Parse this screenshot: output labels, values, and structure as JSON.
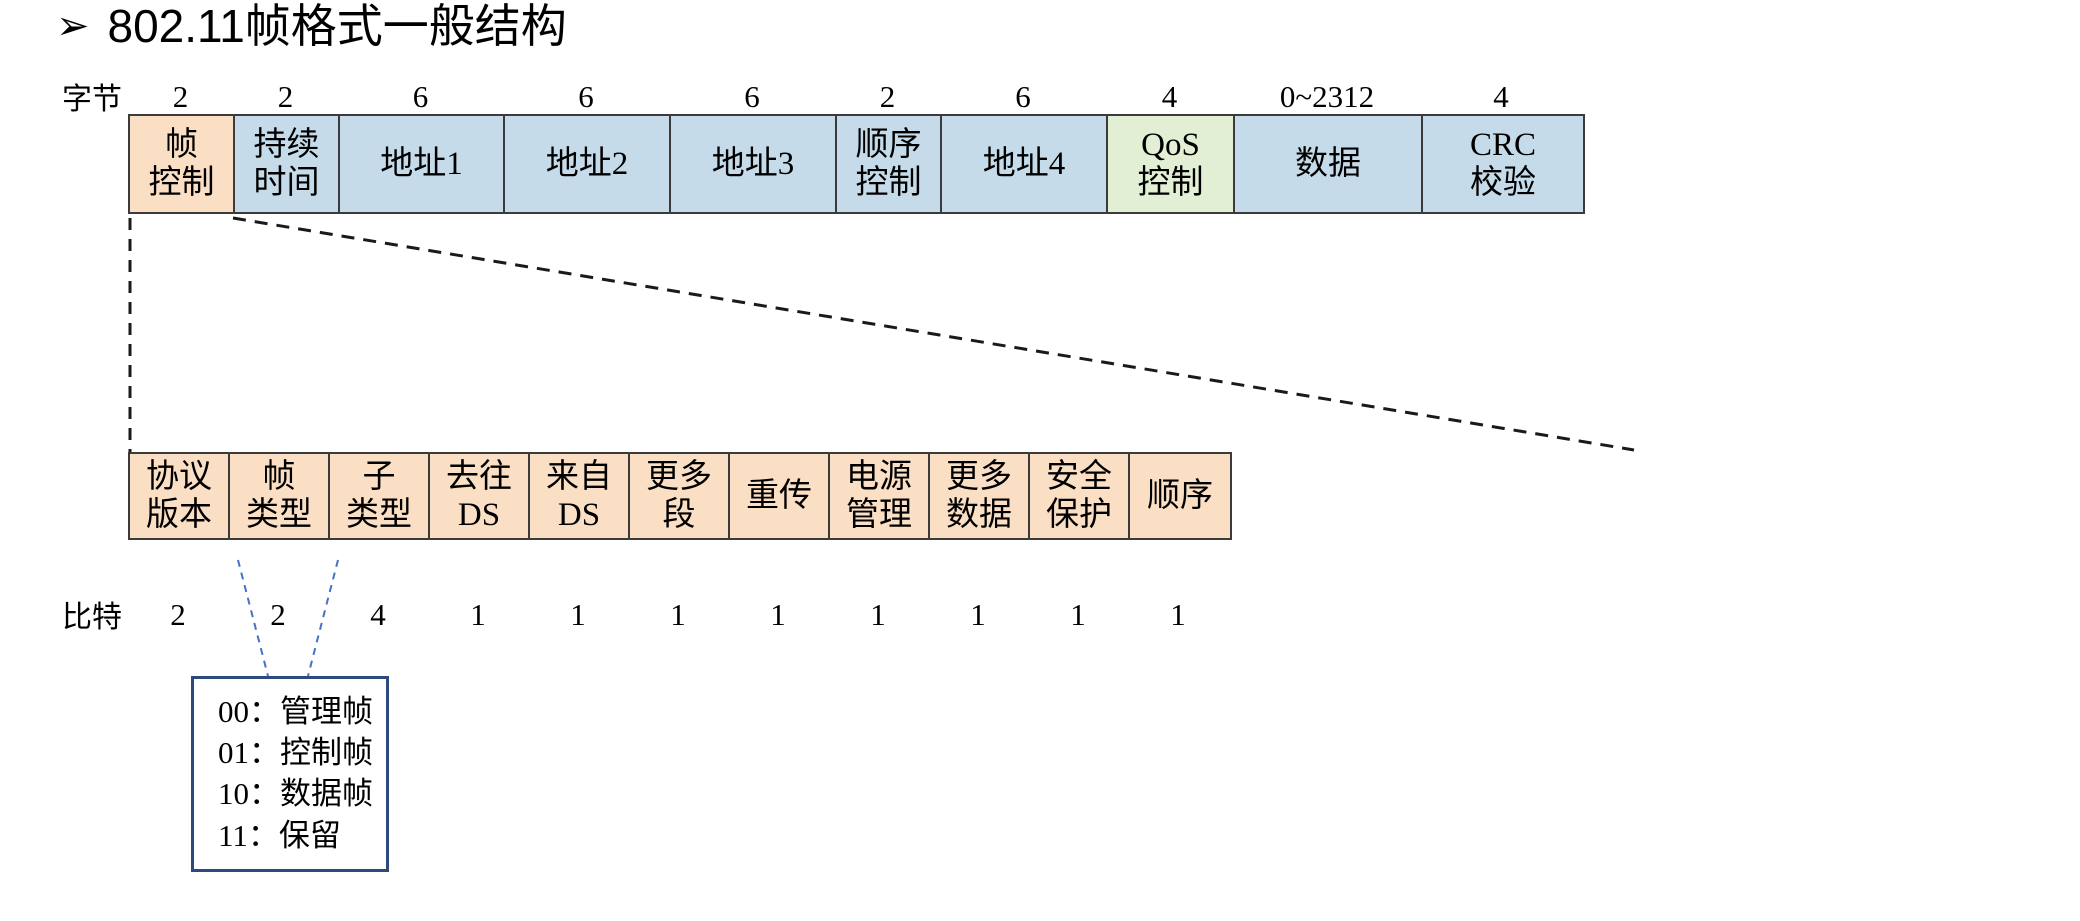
{
  "title": {
    "bullet": "➢",
    "text": "802.11帧格式一般结构"
  },
  "frame": {
    "unit_label": "字节",
    "sizes": [
      "2",
      "2",
      "6",
      "6",
      "6",
      "2",
      "6",
      "4",
      "0~2312",
      "4"
    ],
    "fields": [
      {
        "label": "帧\n控制",
        "fill": "peach",
        "width": 105
      },
      {
        "label": "持续\n时间",
        "fill": "blue",
        "width": 105
      },
      {
        "label": "地址1",
        "fill": "blue",
        "width": 165
      },
      {
        "label": "地址2",
        "fill": "blue",
        "width": 166
      },
      {
        "label": "地址3",
        "fill": "blue",
        "width": 166
      },
      {
        "label": "顺序\n控制",
        "fill": "blue",
        "width": 105
      },
      {
        "label": "地址4",
        "fill": "blue",
        "width": 166
      },
      {
        "label": "QoS\n控制",
        "fill": "green",
        "width": 127
      },
      {
        "label": "数据",
        "fill": "blue",
        "width": 188
      },
      {
        "label": "CRC\n校验",
        "fill": "blue",
        "width": 160
      }
    ]
  },
  "frame_control": {
    "unit_label": "比特",
    "sizes": [
      "2",
      "2",
      "4",
      "1",
      "1",
      "1",
      "1",
      "1",
      "1",
      "1",
      "1"
    ],
    "fields": [
      {
        "label": "协议\n版本",
        "width": 100
      },
      {
        "label": "帧\n类型",
        "width": 100
      },
      {
        "label": "子\n类型",
        "width": 100
      },
      {
        "label": "去往\nDS",
        "width": 100
      },
      {
        "label": "来自\nDS",
        "width": 100
      },
      {
        "label": "更多\n段",
        "width": 100
      },
      {
        "label": "重传",
        "width": 100
      },
      {
        "label": "电源\n管理",
        "width": 100
      },
      {
        "label": "更多\n数据",
        "width": 100
      },
      {
        "label": "安全\n保护",
        "width": 100
      },
      {
        "label": "顺序",
        "width": 100
      }
    ]
  },
  "callout": {
    "lines": [
      "00：管理帧",
      "01：控制帧",
      "10：数据帧",
      "11：保留"
    ]
  },
  "colors": {
    "blue": "#c5dbe9",
    "peach": "#fadfc5",
    "green": "#e2efd4",
    "border": "#3b3b3b",
    "callout_border": "#2e4a7d",
    "leader_blue": "#4472c4"
  }
}
